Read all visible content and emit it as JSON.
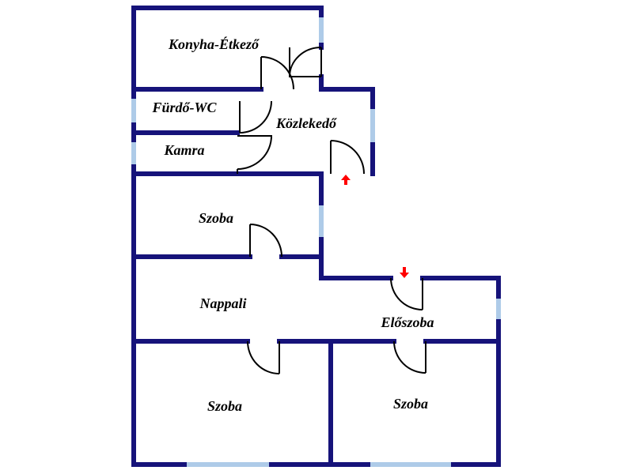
{
  "rooms": {
    "kitchen": "Konyha-Étkező",
    "bathroom": "Fürdő-WC",
    "pantry": "Kamra",
    "corridor": "Közlekedő",
    "room_upper": "Szoba",
    "living": "Nappali",
    "hall": "Előszoba",
    "room_lower_left": "Szoba",
    "room_lower_right": "Szoba"
  },
  "colors": {
    "wall": "#16137a",
    "window": "#aecbe8",
    "entrance_arrow": "#ff0000",
    "door": "#000000"
  }
}
